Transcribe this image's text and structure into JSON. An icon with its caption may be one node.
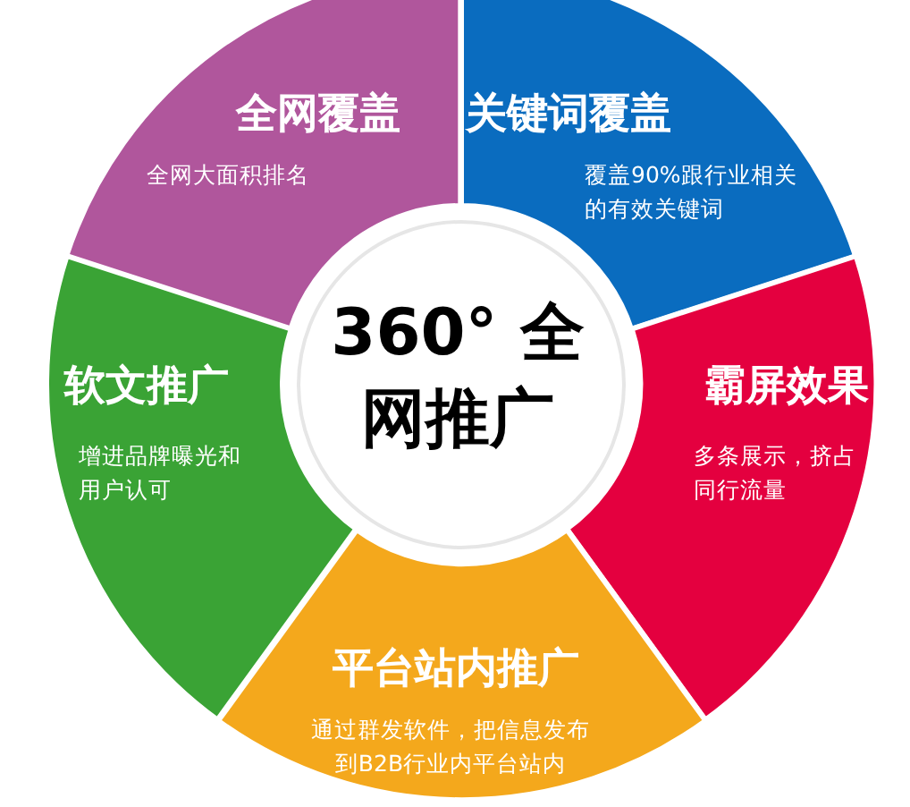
{
  "diagram": {
    "nodes": [
      {
        "text": [
          "360° 全网推广"
        ]
      },
      {
        "text": [
          "全网覆盖",
          "全网大面积排名"
        ]
      },
      {
        "text": [
          "关键词覆盖",
          "覆盖90%跟行业相关的有效关键词"
        ]
      },
      {
        "text": [
          "霸屏效果",
          "多条展示，挤占同行流量"
        ]
      },
      {
        "text": [
          "平台站内推广",
          "通过群发软件，把信息发布到B2B行业内平台站内"
        ]
      },
      {
        "text": [
          "软文推广",
          "增进品牌曝光和用户认可"
        ]
      }
    ]
  }
}
